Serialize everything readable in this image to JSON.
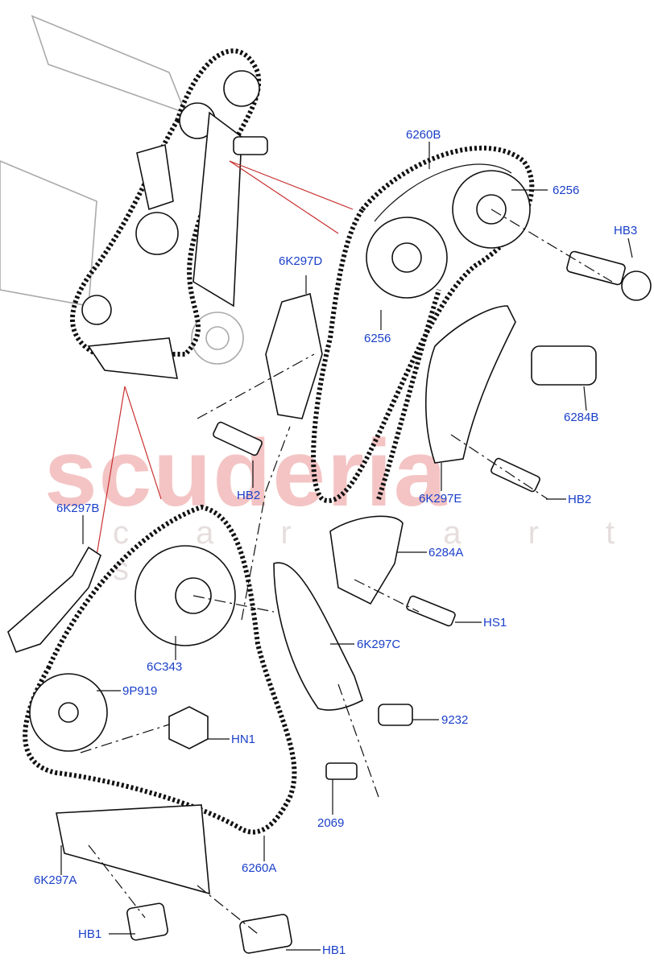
{
  "watermark": {
    "main": "scuderia",
    "sub": "c a r p a r t s"
  },
  "callouts": [
    {
      "id": "6260B",
      "text": "6260B"
    },
    {
      "id": "6256-top",
      "text": "6256"
    },
    {
      "id": "HB3",
      "text": "HB3"
    },
    {
      "id": "6K297D",
      "text": "6K297D"
    },
    {
      "id": "6256-mid",
      "text": "6256"
    },
    {
      "id": "6284B",
      "text": "6284B"
    },
    {
      "id": "HB2-left",
      "text": "HB2"
    },
    {
      "id": "6K297E",
      "text": "6K297E"
    },
    {
      "id": "HB2-right",
      "text": "HB2"
    },
    {
      "id": "6K297B",
      "text": "6K297B"
    },
    {
      "id": "6284A",
      "text": "6284A"
    },
    {
      "id": "HS1",
      "text": "HS1"
    },
    {
      "id": "6K297C",
      "text": "6K297C"
    },
    {
      "id": "6C343",
      "text": "6C343"
    },
    {
      "id": "9P919",
      "text": "9P919"
    },
    {
      "id": "HN1",
      "text": "HN1"
    },
    {
      "id": "9232",
      "text": "9232"
    },
    {
      "id": "2069",
      "text": "2069"
    },
    {
      "id": "6260A",
      "text": "6260A"
    },
    {
      "id": "6K297A",
      "text": "6K297A"
    },
    {
      "id": "HB1-left",
      "text": "HB1"
    },
    {
      "id": "HB1-right",
      "text": "HB1"
    }
  ],
  "colors": {
    "label": "#1a3fc8",
    "line": "#111111",
    "callout_ref": "#c83030",
    "watermark": "#f4c4c4"
  }
}
